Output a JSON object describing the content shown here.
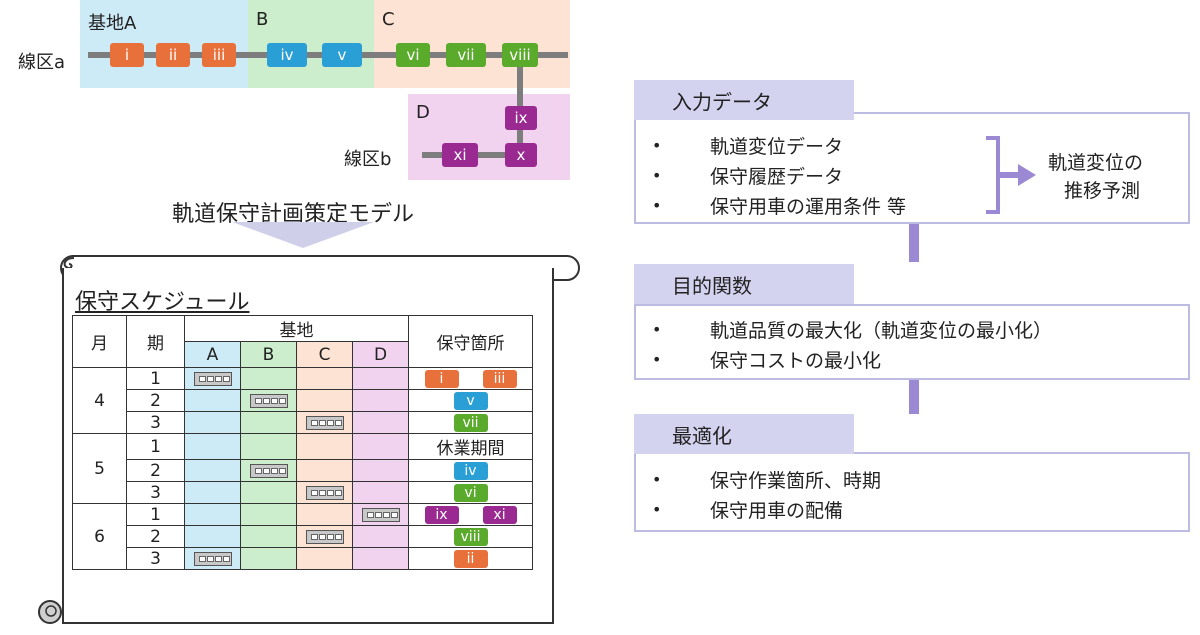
{
  "network": {
    "line_a": "線区a",
    "line_b": "線区b",
    "regions": [
      {
        "label": "基地A",
        "color": "#cdeaf7"
      },
      {
        "label": "B",
        "color": "#cdeecd"
      },
      {
        "label": "C",
        "color": "#fde3d3"
      },
      {
        "label": "D",
        "color": "#f2d3ef"
      }
    ],
    "sites": {
      "i": "i",
      "ii": "ii",
      "iii": "iii",
      "iv": "iv",
      "v": "v",
      "vi": "vi",
      "vii": "vii",
      "viii": "viii",
      "ix": "ix",
      "x": "x",
      "xi": "xi"
    },
    "site_colors": {
      "A": "#e8703a",
      "B": "#2a9fd6",
      "C": "#5aaa2c",
      "D": "#9a2a92"
    }
  },
  "model_label": "軌道保守計画策定モデル",
  "schedule": {
    "title": "保守スケジュール",
    "headers": {
      "month": "月",
      "period": "期",
      "base": "基地",
      "sites": "保守箇所"
    },
    "bases": [
      "A",
      "B",
      "C",
      "D"
    ],
    "months": [
      "4",
      "5",
      "6"
    ],
    "periods": [
      "1",
      "2",
      "3",
      "1",
      "2",
      "3",
      "1",
      "2",
      "3"
    ],
    "holiday": "休業期間",
    "rows": [
      {
        "base": "A",
        "sites": [
          "i",
          "iii"
        ],
        "color": "#e8703a"
      },
      {
        "base": "B",
        "sites": [
          "v"
        ],
        "color": "#2a9fd6"
      },
      {
        "base": "C",
        "sites": [
          "vii"
        ],
        "color": "#5aaa2c"
      },
      {
        "base": "",
        "sites": [],
        "holiday": true
      },
      {
        "base": "B",
        "sites": [
          "iv"
        ],
        "color": "#2a9fd6"
      },
      {
        "base": "C",
        "sites": [
          "vi"
        ],
        "color": "#5aaa2c"
      },
      {
        "base": "D",
        "sites": [
          "ix",
          "xi"
        ],
        "color": "#9a2a92"
      },
      {
        "base": "C",
        "sites": [
          "viii"
        ],
        "color": "#5aaa2c"
      },
      {
        "base": "A",
        "sites": [
          "ii"
        ],
        "color": "#e8703a"
      }
    ]
  },
  "panel": {
    "input": {
      "title": "入力データ",
      "items": [
        "軌道変位データ",
        "保守履歴データ",
        "保守用車の運用条件 等"
      ],
      "result": [
        "軌道変位の",
        "推移予測"
      ]
    },
    "objective": {
      "title": "目的関数",
      "items": [
        "軌道品質の最大化（軌道変位の最小化）",
        "保守コストの最小化"
      ]
    },
    "optimization": {
      "title": "最適化",
      "items": [
        "保守作業箇所、時期",
        "保守用車の配備"
      ]
    },
    "bullet": "•",
    "accent": "#9b8ad3",
    "header_fill": "#d3d3ef"
  }
}
